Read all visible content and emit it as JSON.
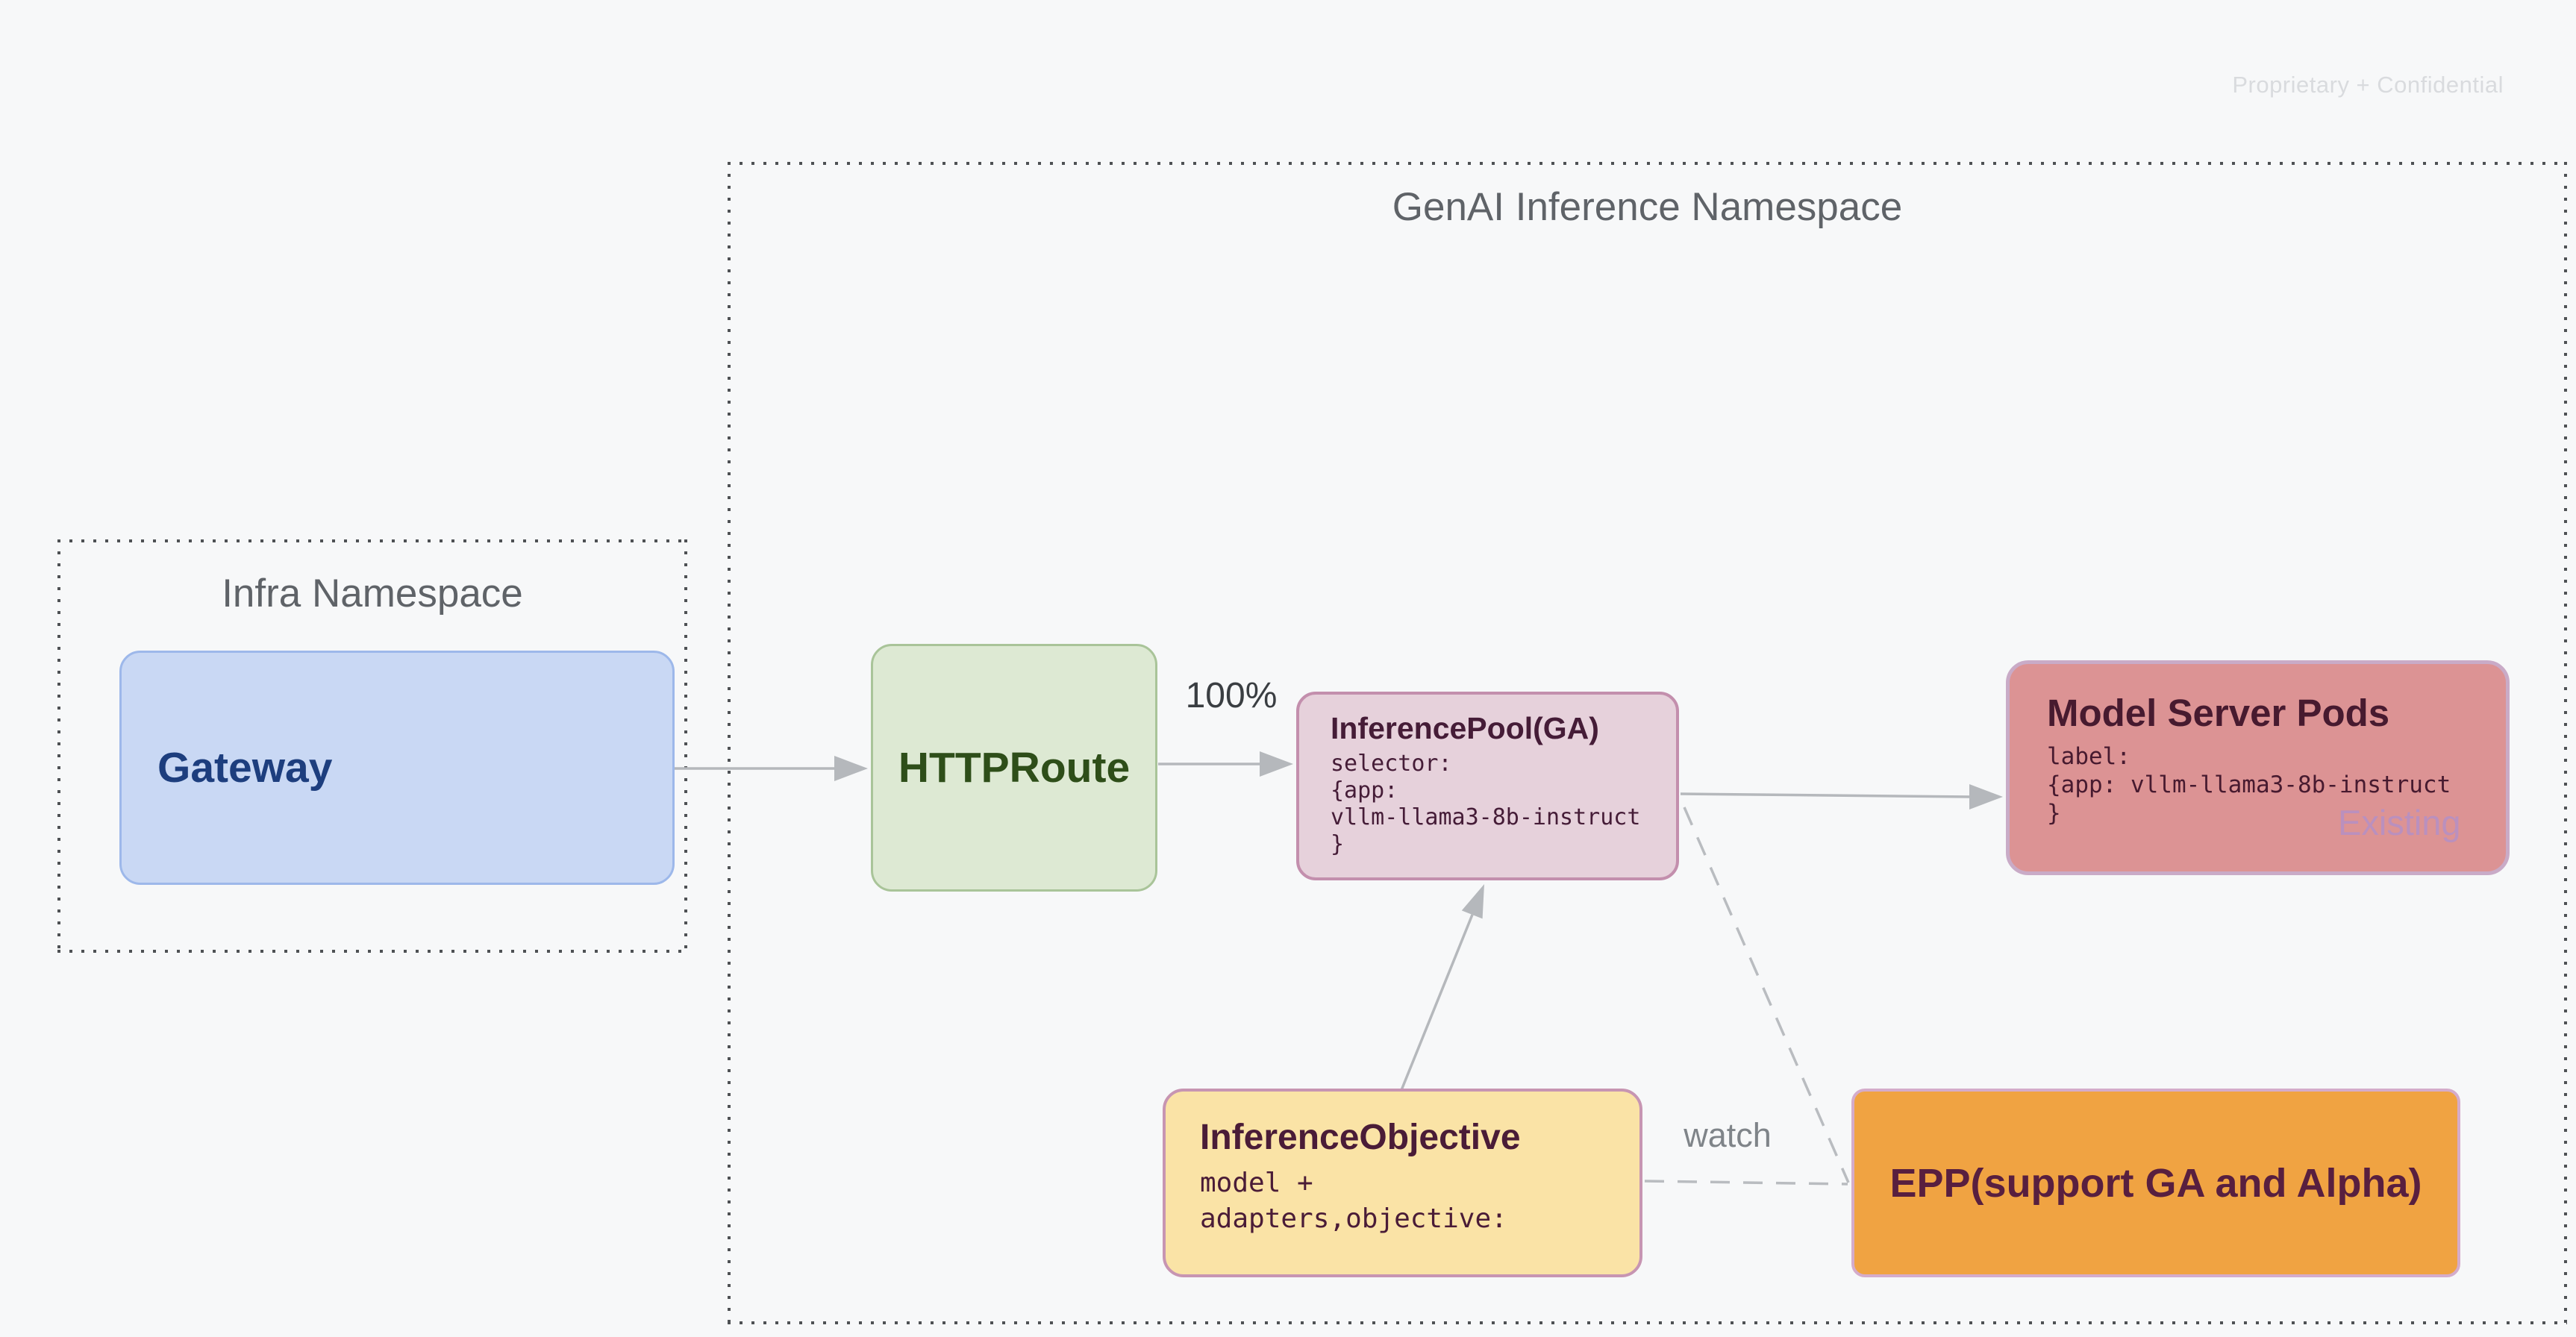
{
  "page": {
    "watermark": "Proprietary + Confidential",
    "background_color": "#f7f8f9"
  },
  "colors": {
    "arrow": "#b5b8bc",
    "dotted_border": "#4e5154",
    "namespace_title": "#5f6368",
    "gateway_fill": "#c9d8f4",
    "gateway_border": "#9db8ea",
    "gateway_text": "#1d3e7e",
    "httproute_fill": "#dde9d3",
    "httproute_border": "#a9c499",
    "httproute_text": "#2e4e19",
    "pool_fill": "#e6d1db",
    "pool_border": "#c38fad",
    "pool_text": "#451c37",
    "msp_fill": "#dc9394",
    "msp_border": "#c9abc7",
    "msp_text": "#471a2f",
    "existing_text": "#ba90be",
    "objective_fill": "#fae3a6",
    "objective_border": "#c795b2",
    "objective_text": "#4a1c37",
    "epp_fill": "#f0a342",
    "epp_border": "#d4accb",
    "epp_text": "#581f3f"
  },
  "genai_namespace": {
    "title": "GenAI Inference Namespace"
  },
  "infra_namespace": {
    "title": "Infra Namespace"
  },
  "nodes": {
    "gateway": {
      "label": "Gateway"
    },
    "httproute": {
      "label": "HTTPRoute"
    },
    "inference_pool": {
      "title": "InferencePool(GA)",
      "code_lines": [
        "selector:",
        "{app:",
        "vllm-llama3-8b-instruct",
        "}"
      ]
    },
    "model_server_pods": {
      "title": "Model Server Pods",
      "code_lines": [
        "label:",
        "{app: vllm-llama3-8b-instruct",
        "}"
      ],
      "tag": "Existing"
    },
    "inference_objective": {
      "title": "InferenceObjective",
      "code_lines": [
        "model +",
        "adapters,objective:"
      ]
    },
    "epp": {
      "label": "EPP(support GA and Alpha)"
    }
  },
  "edges": {
    "httproute_to_pool_label": "100%",
    "objective_to_epp_label": "watch"
  }
}
